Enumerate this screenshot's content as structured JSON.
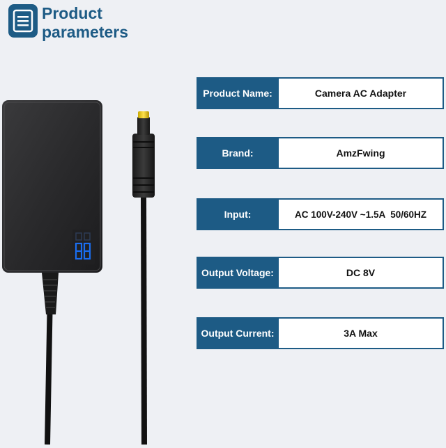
{
  "header": {
    "icon": "document-list-icon",
    "title": "Product parameters"
  },
  "product_image": {
    "subject": "ac-adapter-icon"
  },
  "specs": [
    {
      "label": "Product Name:",
      "value": "Camera AC Adapter"
    },
    {
      "label": "Brand:",
      "value": "AmzFwing"
    },
    {
      "label": "Input:",
      "value": "AC 100V-240V ~1.5A  50/60HZ"
    },
    {
      "label": "Output Voltage:",
      "value": "DC 8V"
    },
    {
      "label": "Output Current:",
      "value": "3A Max"
    }
  ],
  "colors": {
    "accent": "#1d5b85",
    "background": "#eef0f4",
    "display": "#1a6df0"
  }
}
